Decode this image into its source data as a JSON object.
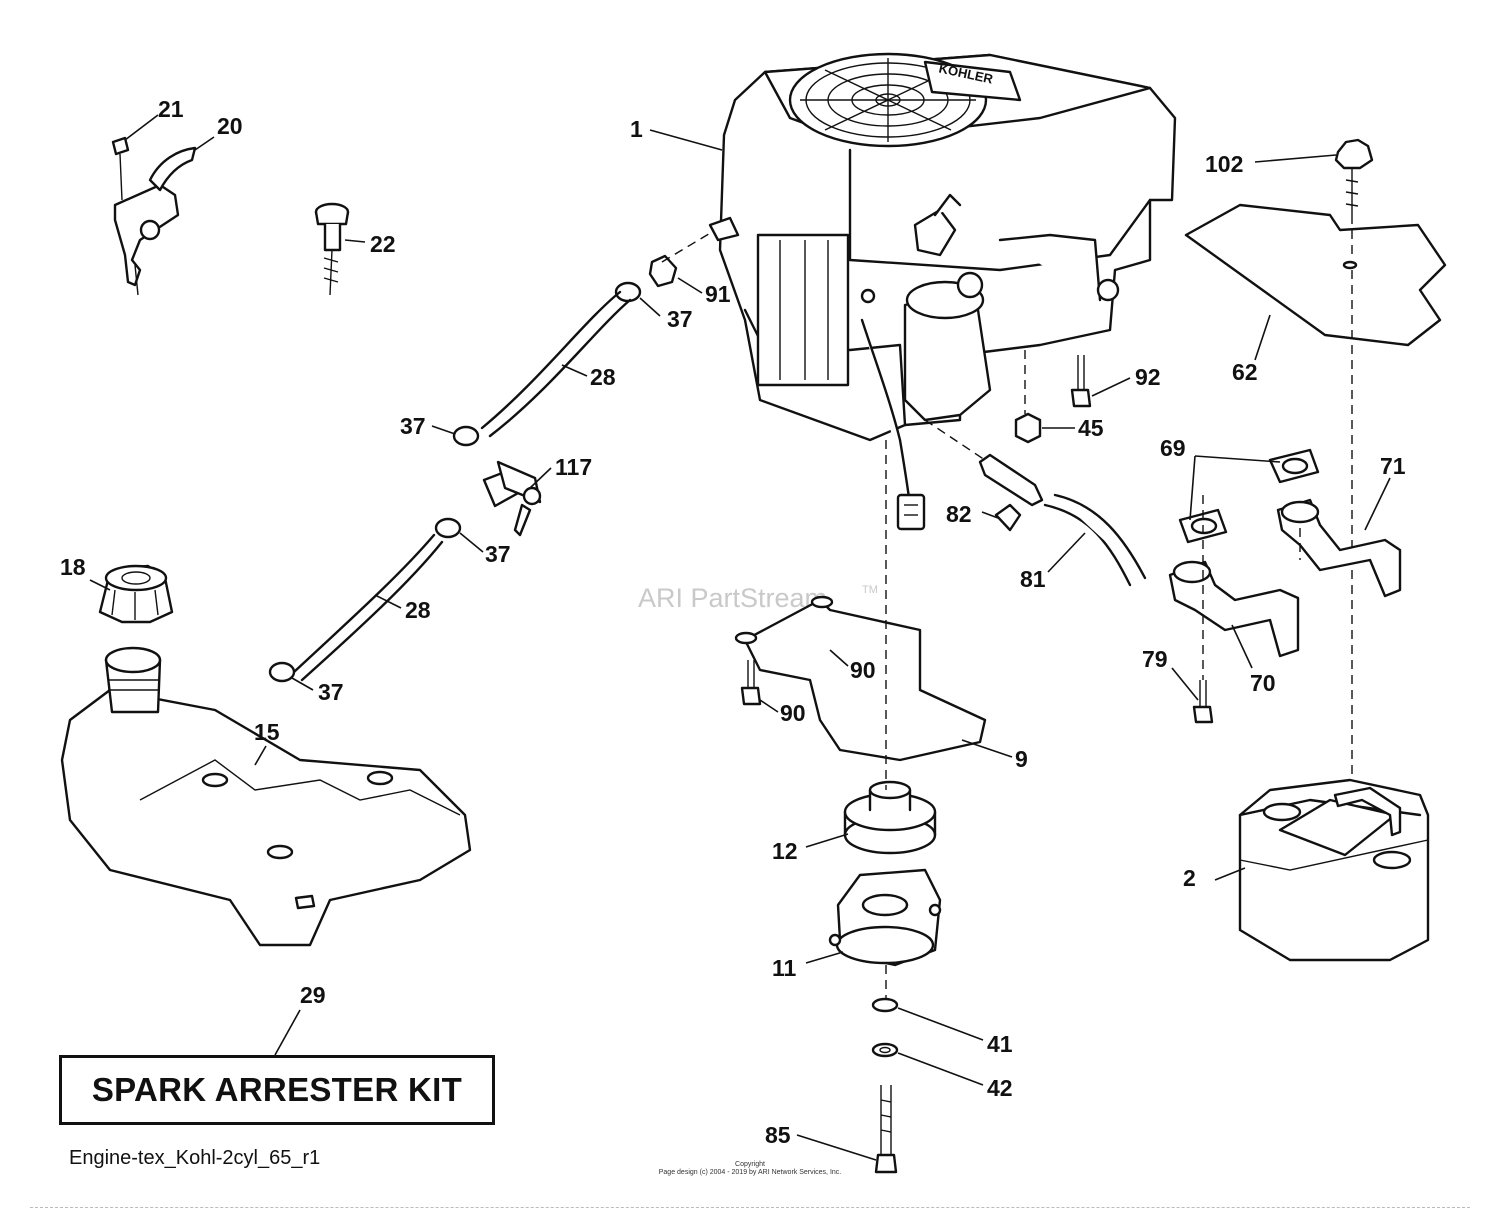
{
  "diagram": {
    "watermark": "ARI PartStream",
    "watermark_tm": "TM",
    "engine_brand": "KOHLER",
    "kit_label": "SPARK ARRESTER KIT",
    "diagram_id": "Engine-tex_Kohl-2cyl_65_r1",
    "copyright_line1": "Copyright",
    "copyright_line2": "Page design (c) 2004 - 2019 by ARI Network Services, Inc."
  },
  "callouts": [
    {
      "id": "c1",
      "label": "1"
    },
    {
      "id": "c2",
      "label": "2"
    },
    {
      "id": "c9",
      "label": "9"
    },
    {
      "id": "c11",
      "label": "11"
    },
    {
      "id": "c12",
      "label": "12"
    },
    {
      "id": "c15",
      "label": "15"
    },
    {
      "id": "c18",
      "label": "18"
    },
    {
      "id": "c20",
      "label": "20"
    },
    {
      "id": "c21",
      "label": "21"
    },
    {
      "id": "c22",
      "label": "22"
    },
    {
      "id": "c28a",
      "label": "28"
    },
    {
      "id": "c28b",
      "label": "28"
    },
    {
      "id": "c29",
      "label": "29"
    },
    {
      "id": "c37a",
      "label": "37"
    },
    {
      "id": "c37b",
      "label": "37"
    },
    {
      "id": "c37c",
      "label": "37"
    },
    {
      "id": "c37d",
      "label": "37"
    },
    {
      "id": "c41",
      "label": "41"
    },
    {
      "id": "c42",
      "label": "42"
    },
    {
      "id": "c45",
      "label": "45"
    },
    {
      "id": "c62",
      "label": "62"
    },
    {
      "id": "c69",
      "label": "69"
    },
    {
      "id": "c70",
      "label": "70"
    },
    {
      "id": "c71",
      "label": "71"
    },
    {
      "id": "c79",
      "label": "79"
    },
    {
      "id": "c81",
      "label": "81"
    },
    {
      "id": "c82",
      "label": "82"
    },
    {
      "id": "c85",
      "label": "85"
    },
    {
      "id": "c90a",
      "label": "90"
    },
    {
      "id": "c90b",
      "label": "90"
    },
    {
      "id": "c91",
      "label": "91"
    },
    {
      "id": "c92",
      "label": "92"
    },
    {
      "id": "c102",
      "label": "102"
    },
    {
      "id": "c117",
      "label": "117"
    }
  ]
}
